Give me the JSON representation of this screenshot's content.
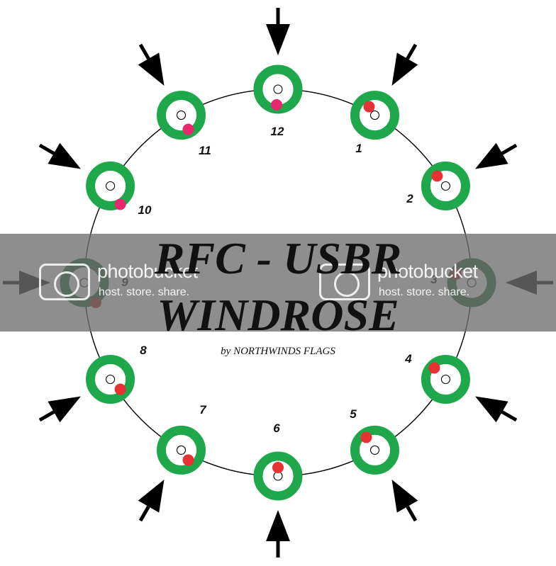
{
  "title_line1": "RFC - USBR",
  "title_line2": "WINDROSE",
  "byline": "by NORTHWINDS FLAGS",
  "watermark": {
    "brand": "photobucket",
    "tagline": "host. store. share."
  },
  "colors": {
    "ring": "#1fa84b",
    "ring_dark": "#0f5a2a",
    "pin_red": "#e63232",
    "pin_pink": "#e6286e",
    "pin_dark_red": "#a01818",
    "line": "#000000"
  },
  "positions": [
    {
      "label": "12",
      "dot": "pink"
    },
    {
      "label": "1",
      "dot": "red"
    },
    {
      "label": "2",
      "dot": "red"
    },
    {
      "label": "3",
      "dot": "dark-red"
    },
    {
      "label": "4",
      "dot": "red"
    },
    {
      "label": "5",
      "dot": "red"
    },
    {
      "label": "6",
      "dot": "red"
    },
    {
      "label": "7",
      "dot": "red"
    },
    {
      "label": "8",
      "dot": "red"
    },
    {
      "label": "9",
      "dot": "dark-red"
    },
    {
      "label": "10",
      "dot": "pink"
    },
    {
      "label": "11",
      "dot": "pink"
    }
  ]
}
